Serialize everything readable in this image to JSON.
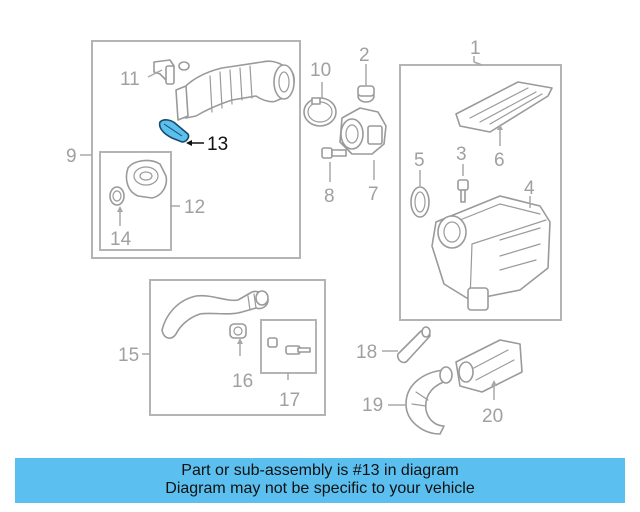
{
  "diagram": {
    "callouts": {
      "c1": "1",
      "c2": "2",
      "c3": "3",
      "c4": "4",
      "c5": "5",
      "c6": "6",
      "c7": "7",
      "c8": "8",
      "c9": "9",
      "c10": "10",
      "c11": "11",
      "c12": "12",
      "c13": "13",
      "c14": "14",
      "c15": "15",
      "c16": "16",
      "c17": "17",
      "c18": "18",
      "c19": "19",
      "c20": "20"
    },
    "highlighted_part": "13",
    "highlight_color": "#5bc0f0"
  },
  "banner": {
    "line1": "Part or sub-assembly is #13 in diagram",
    "line2": "Diagram may not be specific to your vehicle",
    "background": "#5bc0f0"
  }
}
